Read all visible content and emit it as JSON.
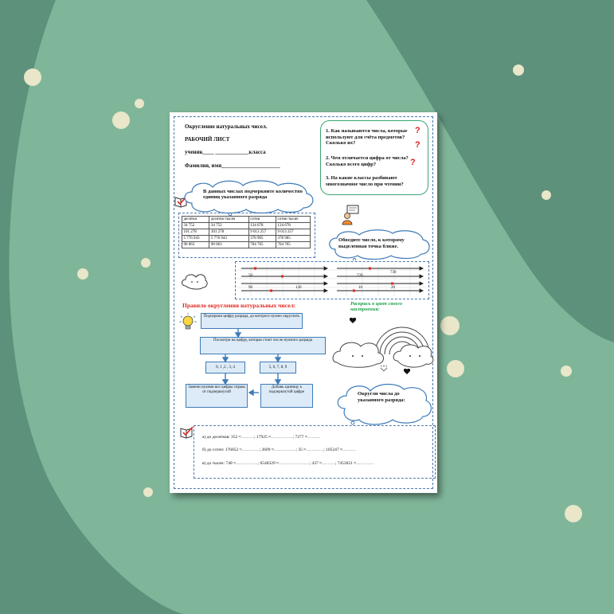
{
  "worksheet": {
    "topic_title": "Округление натуральных чисел.",
    "sheet_label": "РАБОЧИЙ ЛИСТ",
    "student_line": "ученик____  ____________класса",
    "name_line": "Фамилия, имя_____________________"
  },
  "questions": [
    {
      "text": "1. Как называются числа, которые используют для счёта предметов? Сколько их?"
    },
    {
      "text": "2. Чем отличается цифра от числа? Сколько всего цифр?"
    },
    {
      "text": "3. На какие классы разбивают многозначное число при чтении?"
    }
  ],
  "question_mark": "?",
  "task_underline": "В данных числах подчеркните количество единиц указанного разряда",
  "table": {
    "headers": [
      "десятки",
      "десятки тысяч",
      "сотни",
      "сотни тысяч"
    ],
    "rows": [
      [
        "34 752",
        "34 752",
        "134 678",
        "134 678"
      ],
      [
        "101 278",
        "101 278",
        "9 013 257",
        "9 013 257"
      ],
      [
        "5 776 943",
        "5 776 943",
        "378 905",
        "378 905"
      ],
      [
        "90 063",
        "90 063",
        "704 765",
        "704 765"
      ]
    ]
  },
  "task_circle": "Обведите число, к которому выделенная точка ближе.",
  "number_lines": {
    "left": [
      {
        "a": "50",
        "b": ""
      },
      {
        "a": "90",
        "b": "130"
      }
    ],
    "right": [
      {
        "a": "720",
        "b": "730"
      },
      {
        "a": "10",
        "b": "20"
      }
    ]
  },
  "rule_title": "Правило округления натуральных чисел:",
  "color_caption": "Раскрась в цвет своего настроения:",
  "flowchart": {
    "step1": "Подчеркни цифру разряда, до которого нужно округлить",
    "step2": "Посмотри на цифру, которая стоит после нужного разряда",
    "branch_low": "0, 1 ,2 , 3, 4",
    "branch_high": "5, 6, 7, 8, 9",
    "action_low": "Замени нулями все цифры справа от подчеркнутой",
    "action_high": "Добавь единицу к подчеркнутой цифре"
  },
  "task_round": "Округли числа до указанного разряда:",
  "exercises": [
    "а) до десятков:  352 ≈………; 17925 ≈……………;   7277  ≈………",
    "б) до сотен:  176852 ≈…………; 2609 ≈……………; 35 ≈…………;   105247 ≈………",
    "в) до тысяч: 748 ≈……………; 6548329 ≈…………………; 437 ≈………; 7453021 ≈…………"
  ],
  "colors": {
    "background": "#5e917b",
    "accent_green": "#3aa572",
    "accent_red": "#e0251e",
    "accent_blue": "#3f7cb8"
  },
  "icons": [
    "book-check-icon",
    "teacher-board-icon",
    "lightbulb-icon",
    "rainbow-clouds-icon",
    "heart-icon",
    "cloud-icon"
  ]
}
